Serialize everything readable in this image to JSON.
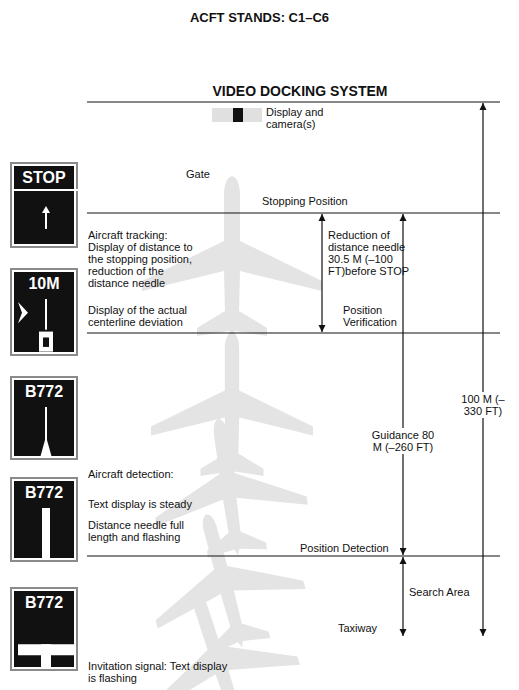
{
  "diagram": {
    "title": "ACFT STANDS: C1–C6",
    "nodes": [
      {
        "text": [
          "STOP"
        ]
      },
      {
        "text": [
          "10M"
        ]
      },
      {
        "text": [
          "B772"
        ]
      },
      {
        "text": [
          "B772"
        ]
      },
      {
        "text": [
          "B772"
        ]
      }
    ],
    "labels": [
      "VIDEO DOCKING SYSTEM",
      "Display and camera(s)",
      "Gate",
      "Stopping Position",
      "Aircraft tracking: Display of distance to the stopping position, reduction of the distance needle",
      "Reduction of distance needle 30.5 M (–100 FT)before STOP",
      "Display of the actual centerline deviation",
      "Position Verification",
      "100 M (–330 FT)",
      "Guidance 80 M (–260 FT)",
      "Aircraft detection:",
      "Text display is steady",
      "Distance needle full length and flashing",
      "Position Detection",
      "Search Area",
      "Taxiway",
      "Invitation signal: Text display is flashing"
    ]
  }
}
